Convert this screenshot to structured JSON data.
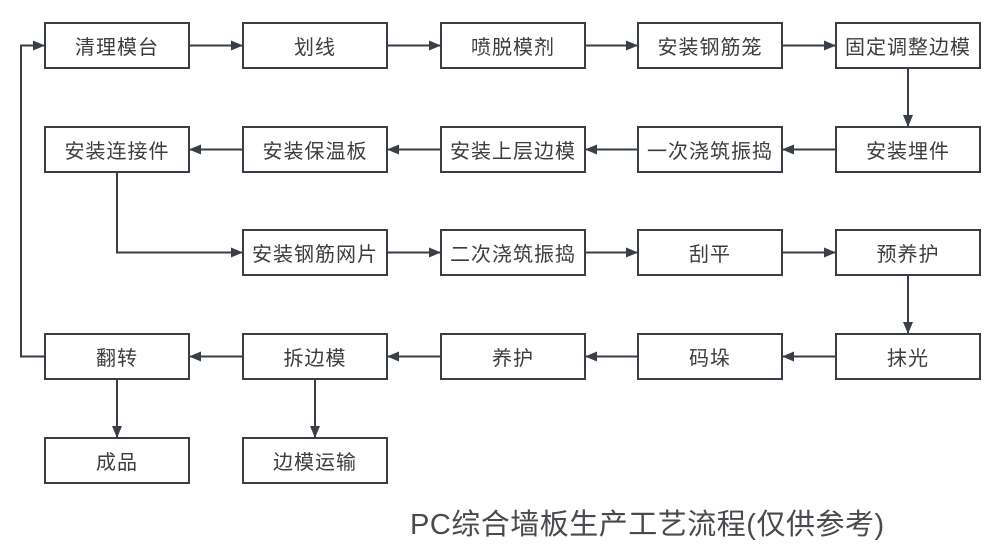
{
  "title": "PC综合墙板生产工艺流程(仅供参考)",
  "colors": {
    "background": "#ffffff",
    "line": "#3a3f46",
    "box_border": "#3a3f46",
    "box_fill": "#ffffff",
    "box_text": "#3d3d3f",
    "title_text": "#4a4a4e"
  },
  "nodes": [
    {
      "id": "clean-mold-table",
      "label": "清理模台",
      "col": 0,
      "row": 0
    },
    {
      "id": "marking",
      "label": "划线",
      "col": 1,
      "row": 0
    },
    {
      "id": "spray-release-agent",
      "label": "喷脱模剂",
      "col": 2,
      "row": 0
    },
    {
      "id": "install-rebar-cage",
      "label": "安装钢筋笼",
      "col": 3,
      "row": 0
    },
    {
      "id": "fix-adjust-side-mold",
      "label": "固定调整边模",
      "col": 4,
      "row": 0
    },
    {
      "id": "install-embedded-parts",
      "label": "安装埋件",
      "col": 4,
      "row": 1
    },
    {
      "id": "first-pour-vibrate",
      "label": "一次浇筑振捣",
      "col": 3,
      "row": 1
    },
    {
      "id": "install-upper-side-mold",
      "label": "安装上层边模",
      "col": 2,
      "row": 1
    },
    {
      "id": "install-insulation-board",
      "label": "安装保温板",
      "col": 1,
      "row": 1
    },
    {
      "id": "install-connectors",
      "label": "安装连接件",
      "col": 0,
      "row": 1
    },
    {
      "id": "install-rebar-mesh",
      "label": "安装钢筋网片",
      "col": 1,
      "row": 2
    },
    {
      "id": "second-pour-vibrate",
      "label": "二次浇筑振捣",
      "col": 2,
      "row": 2
    },
    {
      "id": "screeding",
      "label": "刮平",
      "col": 3,
      "row": 2
    },
    {
      "id": "pre-curing",
      "label": "预养护",
      "col": 4,
      "row": 2
    },
    {
      "id": "trowel-polish",
      "label": "抹光",
      "col": 4,
      "row": 3
    },
    {
      "id": "stacking",
      "label": "码垛",
      "col": 3,
      "row": 3
    },
    {
      "id": "curing",
      "label": "养护",
      "col": 2,
      "row": 3
    },
    {
      "id": "remove-side-mold",
      "label": "拆边模",
      "col": 1,
      "row": 3
    },
    {
      "id": "flipping",
      "label": "翻转",
      "col": 0,
      "row": 3
    },
    {
      "id": "finished-product",
      "label": "成品",
      "col": 0,
      "row": 4
    },
    {
      "id": "side-mold-transport",
      "label": "边模运输",
      "col": 1,
      "row": 4
    }
  ],
  "edges": [
    {
      "from": "clean-mold-table",
      "to": "marking",
      "route": "right"
    },
    {
      "from": "marking",
      "to": "spray-release-agent",
      "route": "right"
    },
    {
      "from": "spray-release-agent",
      "to": "install-rebar-cage",
      "route": "right"
    },
    {
      "from": "install-rebar-cage",
      "to": "fix-adjust-side-mold",
      "route": "right"
    },
    {
      "from": "fix-adjust-side-mold",
      "to": "install-embedded-parts",
      "route": "down"
    },
    {
      "from": "install-embedded-parts",
      "to": "first-pour-vibrate",
      "route": "left"
    },
    {
      "from": "first-pour-vibrate",
      "to": "install-upper-side-mold",
      "route": "left"
    },
    {
      "from": "install-upper-side-mold",
      "to": "install-insulation-board",
      "route": "left"
    },
    {
      "from": "install-insulation-board",
      "to": "install-connectors",
      "route": "left"
    },
    {
      "from": "install-connectors",
      "to": "install-rebar-mesh",
      "route": "down-right"
    },
    {
      "from": "install-rebar-mesh",
      "to": "second-pour-vibrate",
      "route": "right"
    },
    {
      "from": "second-pour-vibrate",
      "to": "screeding",
      "route": "right"
    },
    {
      "from": "screeding",
      "to": "pre-curing",
      "route": "right"
    },
    {
      "from": "pre-curing",
      "to": "trowel-polish",
      "route": "down"
    },
    {
      "from": "trowel-polish",
      "to": "stacking",
      "route": "left"
    },
    {
      "from": "stacking",
      "to": "curing",
      "route": "left"
    },
    {
      "from": "curing",
      "to": "remove-side-mold",
      "route": "left"
    },
    {
      "from": "remove-side-mold",
      "to": "flipping",
      "route": "left"
    },
    {
      "from": "flipping",
      "to": "clean-mold-table",
      "route": "left-up-right"
    },
    {
      "from": "flipping",
      "to": "finished-product",
      "route": "down"
    },
    {
      "from": "remove-side-mold",
      "to": "side-mold-transport",
      "route": "down"
    }
  ]
}
